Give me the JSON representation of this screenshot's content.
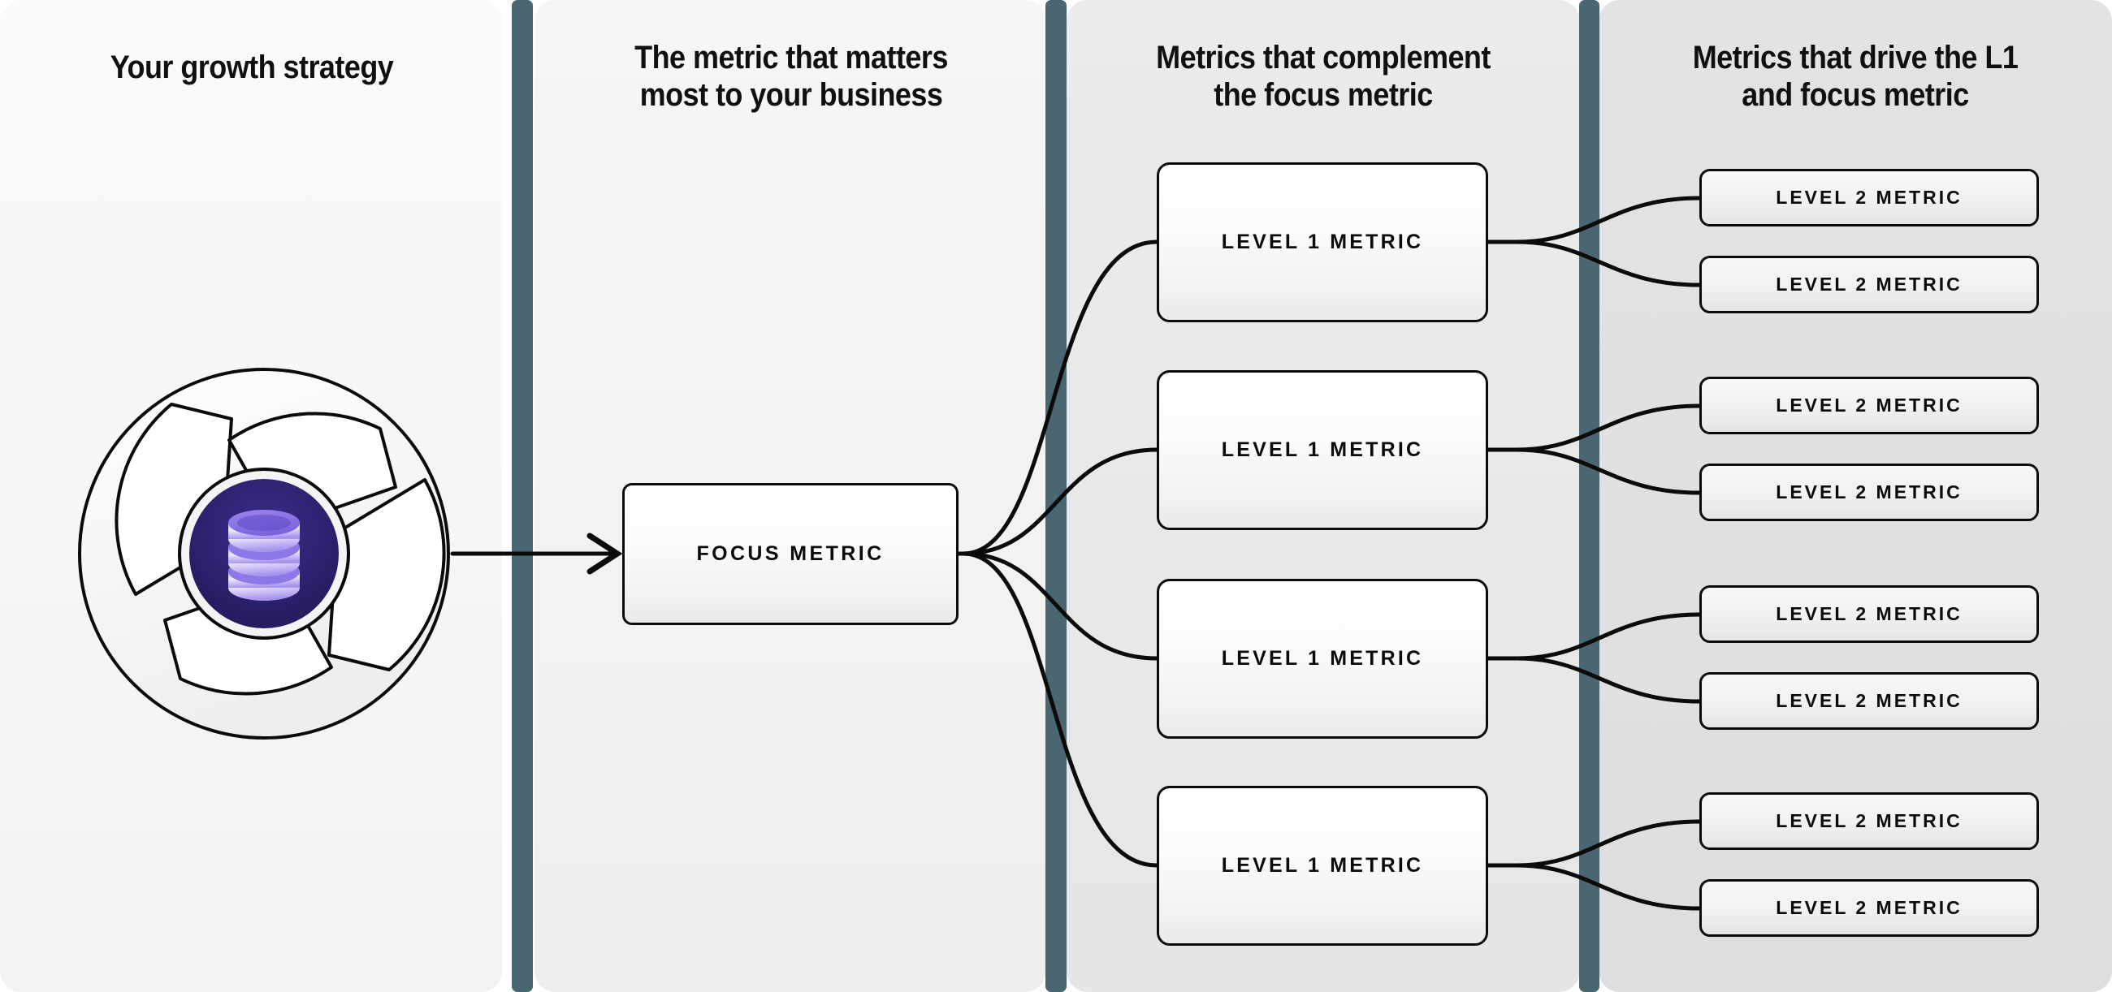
{
  "diagram": {
    "title": "Metrics tree: growth strategy to focus metric to level 1 and level 2 metrics",
    "accent_teal": "#4a6670",
    "node_border": "#0b0b0b",
    "emblem_disc": "#2a1f63",
    "emblem_icon": "#b9a8f0"
  },
  "columns": [
    {
      "id": "strategy",
      "title": "Your growth strategy"
    },
    {
      "id": "focus",
      "title": "The metric that matters\nmost to your business"
    },
    {
      "id": "level1",
      "title": "Metrics that complement\nthe focus metric"
    },
    {
      "id": "level2",
      "title": "Metrics that drive the L1\nand focus metric"
    }
  ],
  "emblem": {
    "name": "growth-strategy-emblem",
    "icon": "database-icon",
    "blades": 4
  },
  "focus_node": {
    "label": "FOCUS METRIC"
  },
  "branches": [
    {
      "level1": {
        "label": "LEVEL 1 METRIC"
      },
      "level2": [
        {
          "label": "LEVEL 2 METRIC"
        },
        {
          "label": "LEVEL 2 METRIC"
        }
      ]
    },
    {
      "level1": {
        "label": "LEVEL 1 METRIC"
      },
      "level2": [
        {
          "label": "LEVEL 2 METRIC"
        },
        {
          "label": "LEVEL 2 METRIC"
        }
      ]
    },
    {
      "level1": {
        "label": "LEVEL 1 METRIC"
      },
      "level2": [
        {
          "label": "LEVEL 2 METRIC"
        },
        {
          "label": "LEVEL 2 METRIC"
        }
      ]
    },
    {
      "level1": {
        "label": "LEVEL 1 METRIC"
      },
      "level2": [
        {
          "label": "LEVEL 2 METRIC"
        },
        {
          "label": "LEVEL 2 METRIC"
        }
      ]
    }
  ]
}
